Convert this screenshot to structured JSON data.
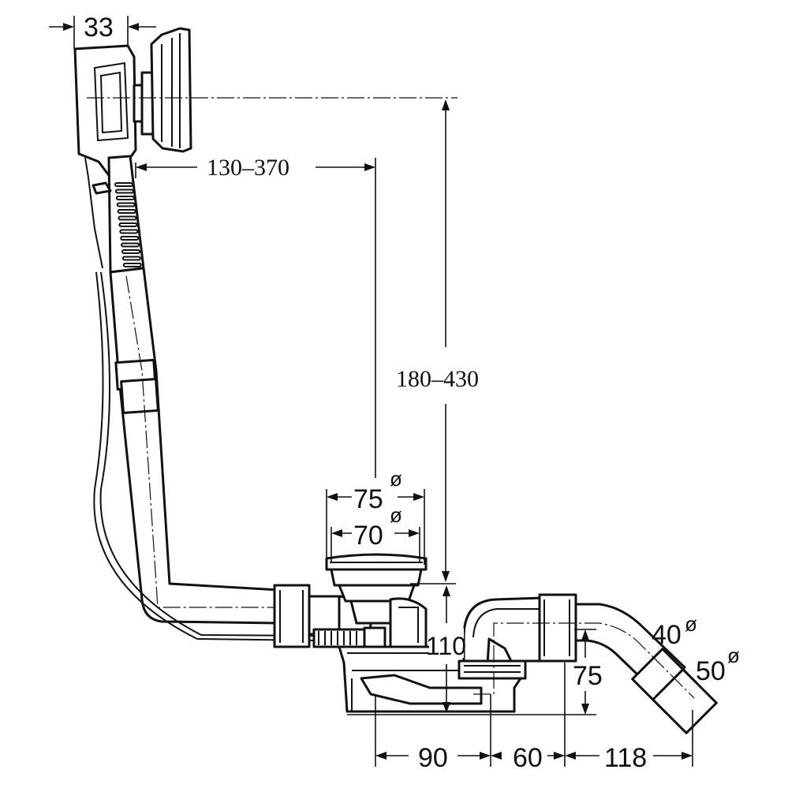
{
  "dimensions": {
    "overflow_plate_depth": "33",
    "horizontal_adjust": "130–370",
    "vertical_adjust": "180–430",
    "outer_diameter": "75",
    "inner_diameter": "70",
    "diameter_symbol": "ø",
    "trap_height": "110",
    "outlet_small": "40",
    "outlet_large": "50",
    "outlet_height": "75",
    "offset_a": "90",
    "offset_b": "60",
    "offset_c": "118"
  }
}
